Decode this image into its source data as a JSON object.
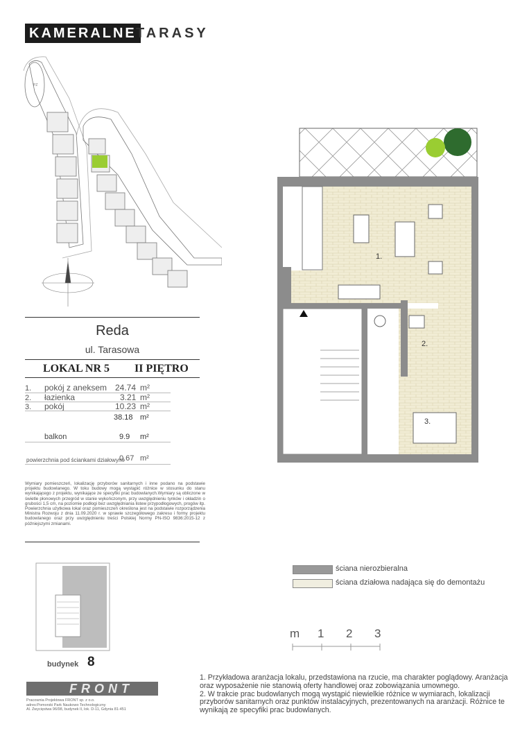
{
  "logo": {
    "bold": "KAMERALNE",
    "rest": "TARASY"
  },
  "location": {
    "city": "Reda",
    "street": "ul. Tarasowa"
  },
  "unit": {
    "label": "LOKAL NR 5",
    "floor": "II PIĘTRO"
  },
  "rooms": [
    {
      "num": "1.",
      "name": "pokój z aneksem",
      "area": "24.74",
      "unit": "m²"
    },
    {
      "num": "2.",
      "name": "łazienka",
      "area": "3.21",
      "unit": "m²"
    },
    {
      "num": "3.",
      "name": "pokój",
      "area": "10.23",
      "unit": "m²"
    }
  ],
  "total": {
    "area": "38.18",
    "unit": "m²"
  },
  "balcony": {
    "name": "balkon",
    "area": "9.9",
    "unit": "m²"
  },
  "walls": {
    "name": "powierzchnia pod ściankami działowymi",
    "area": "0.67",
    "unit": "m²"
  },
  "disclaimer": "Wymiary pomieszczeń, lokalizację przyborów sanitarnych i inne podano na podstawie projektu budowlanego. W toku budowy mogą wystąpić różnice w stosunku do stanu wynikającego z projektu, wynikające ze specyfiki prac budowlanych.Wymiary są obliczone w świetle płonowych przegród w stanie wykończonym, przy uwzględnieniu tynków i okładzin o grubości 1,5 cm, na poziomie podłogi bez uwzględniania listew przypodłogowych, progów itp. Powierzchnia użytkowa lokal oraz pomieszczeń określona jest na podstawie rozporządzenia Ministra Rozwoju z dnia 11.09.2020 r. w sprawie szczegółowego zakresu i formy projektu budowlanego oraz przy uwzględnieniu treści Polskiej Normy PN-ISO 9836:2015-12 z późniejszymi zmianami.",
  "plan_labels": {
    "room1": "1.",
    "room2": "2.",
    "room3": "3."
  },
  "site_plan": {
    "label": "PZ"
  },
  "legend": [
    {
      "text": "ściana nierozbieralna",
      "color": "#999999"
    },
    {
      "text": "ściana działowa nadająca się do demontażu",
      "color": "#f0eee0"
    }
  ],
  "scale": {
    "unit": "m",
    "marks": [
      "1",
      "2",
      "3"
    ]
  },
  "building": {
    "label": "budynek",
    "number": "8"
  },
  "company": {
    "logo": "FRONT",
    "line1": "Pracownia Projektowa FRONT sp. z o.o.",
    "line2": "adres:Pomorski Park Naukowo Technologiczny",
    "line3": "Al. Zwycięstwa 96/98, budynek II, lok. D-11, Gdynia 81-451"
  },
  "footnotes": [
    "1. Przykładowa aranżacja lokalu, przedstawiona na rzucie, ma charakter poglądowy. Aranżacja oraz wyposażenie nie stanowią oferty handlowej oraz zobowiązania umownego.",
    "2. W trakcie prac budowlanych mogą wystąpić niewielkie różnice w wymiarach, lokalizacji przyborów sanitarnych oraz punktów instalacyjnych, prezentowanych na aranżacji. Różnice te wynikają ze specyfiki prac budowlanych."
  ],
  "colors": {
    "floor": "#f1ecd4",
    "wall": "#8c8c8c",
    "highlight": "#9acd32"
  }
}
